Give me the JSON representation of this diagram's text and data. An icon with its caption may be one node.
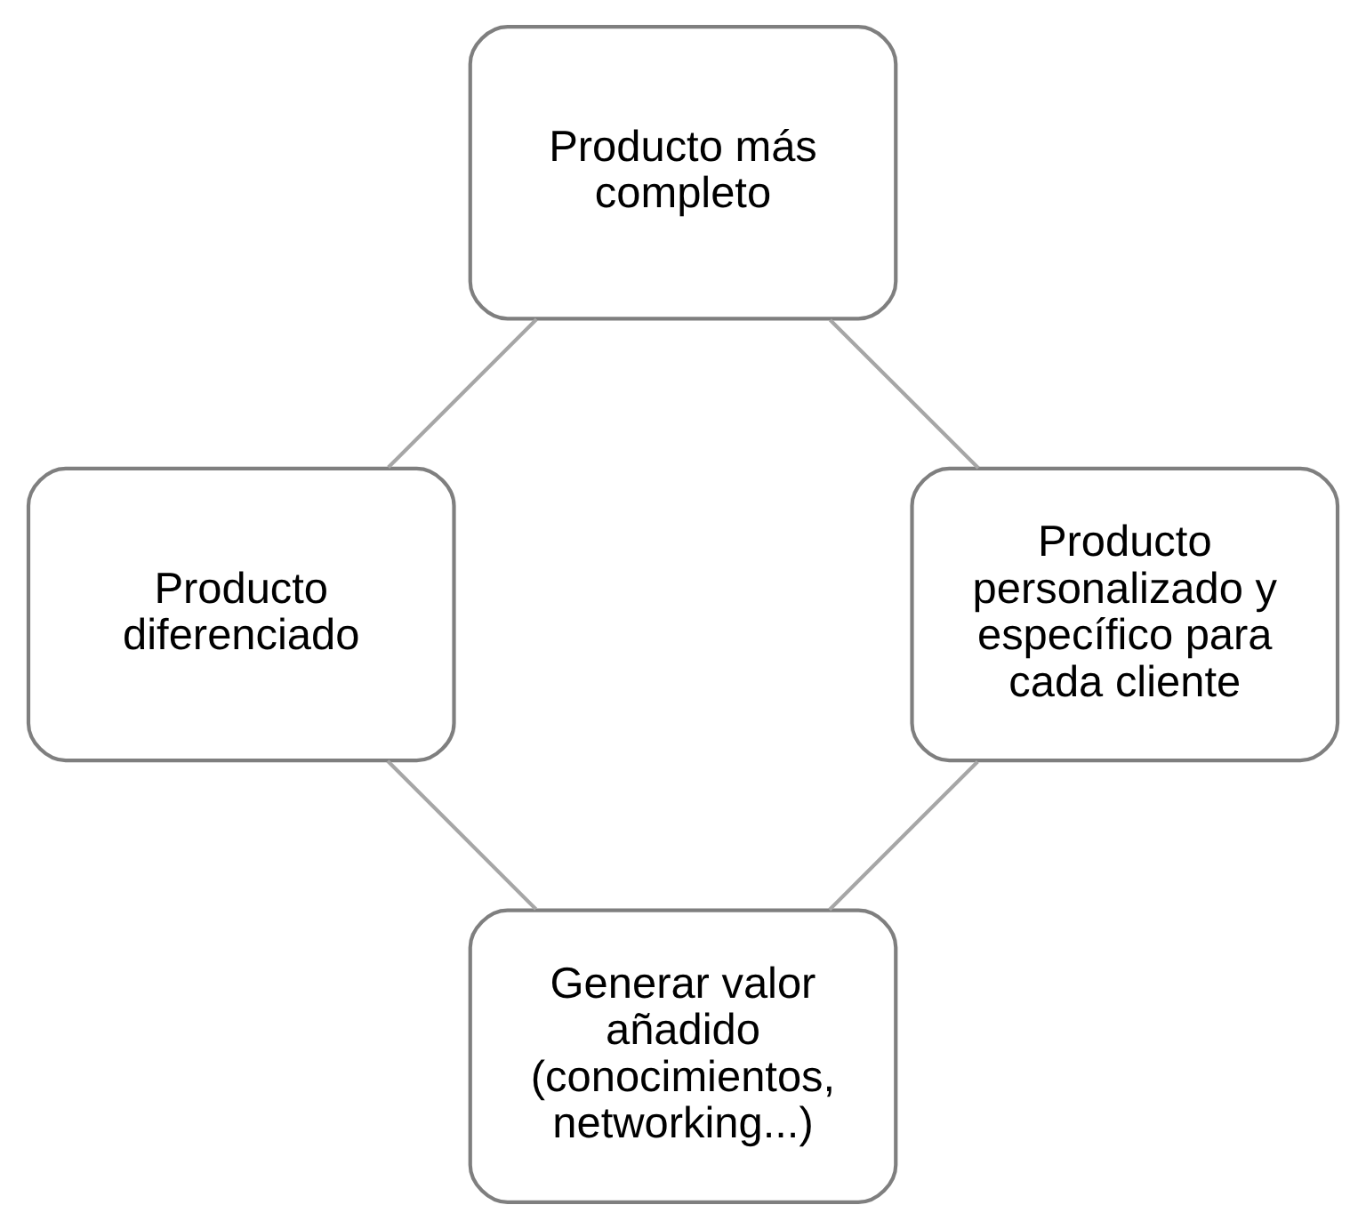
{
  "diagram": {
    "nodes": [
      {
        "text": [
          "Generar valor añadido (conocimientos, networking...)"
        ]
      },
      {
        "text": [
          "Producto personalizado y específico para cada cliente"
        ]
      },
      {
        "text": [
          "Producto diferenciado"
        ]
      },
      {
        "text": [
          "Producto más completo"
        ]
      }
    ],
    "edges": [
      {
        "from": 0,
        "to": 2,
        "arrow": "none"
      },
      {
        "from": 2,
        "to": 3,
        "arrow": "none"
      },
      {
        "from": 3,
        "to": 1,
        "arrow": "none"
      },
      {
        "from": 1,
        "to": 0,
        "arrow": "none"
      }
    ]
  }
}
